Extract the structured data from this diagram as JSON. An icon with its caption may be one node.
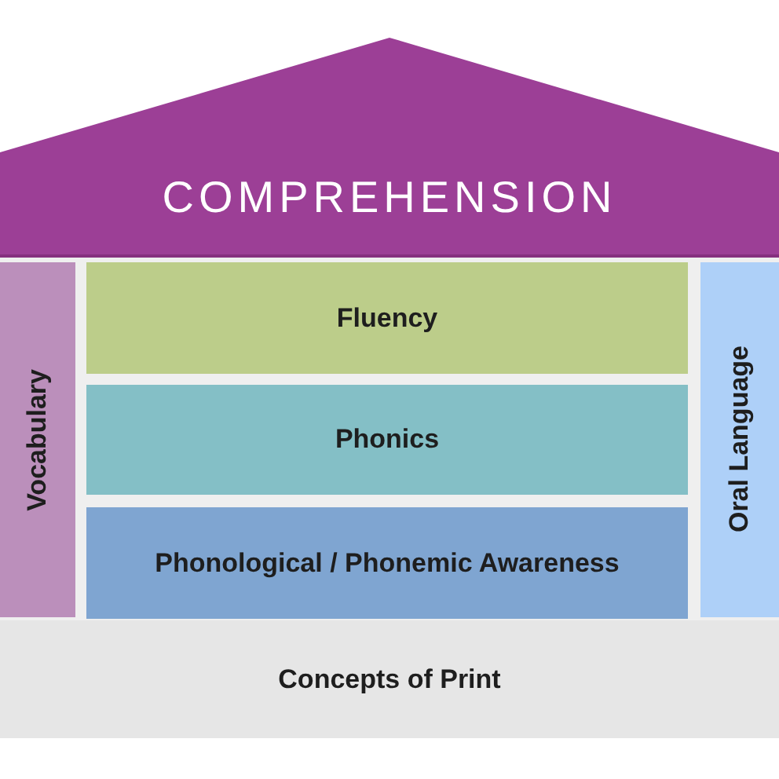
{
  "diagram": {
    "nodes": [
      {
        "text": [
          "COMPREHENSION"
        ]
      },
      {
        "text": [
          "Vocabulary"
        ]
      },
      {
        "text": [
          "Fluency"
        ]
      },
      {
        "text": [
          "Phonics"
        ]
      },
      {
        "text": [
          "Phonological / Phonemic Awareness"
        ]
      },
      {
        "text": [
          "Oral Language"
        ]
      },
      {
        "text": [
          "Concepts of Print"
        ]
      }
    ],
    "edges": []
  }
}
